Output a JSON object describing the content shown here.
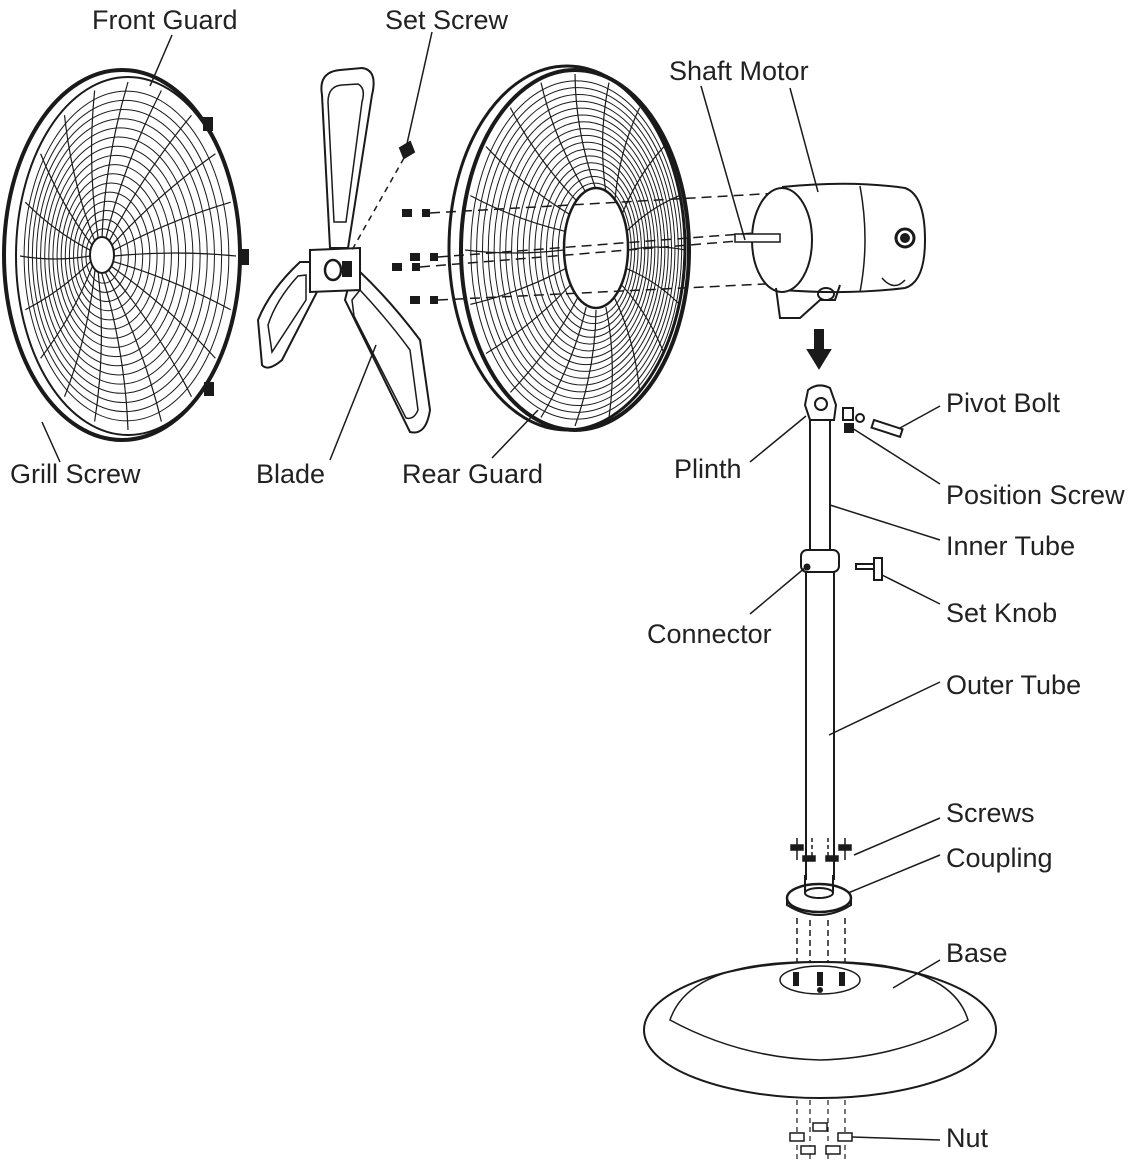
{
  "labels": {
    "front_guard": "Front Guard",
    "set_screw": "Set Screw",
    "shaft_motor": "Shaft Motor",
    "grill_screw": "Grill Screw",
    "blade": "Blade",
    "rear_guard": "Rear Guard",
    "plinth": "Plinth",
    "pivot_bolt": "Pivot Bolt",
    "position_screw": "Position Screw",
    "inner_tube": "Inner Tube",
    "set_knob": "Set Knob",
    "connector": "Connector",
    "outer_tube": "Outer Tube",
    "screws": "Screws",
    "coupling": "Coupling",
    "base": "Base",
    "nut": "Nut"
  },
  "colors": {
    "line": "#1a1a1a",
    "text": "#222222",
    "background": "#ffffff"
  }
}
